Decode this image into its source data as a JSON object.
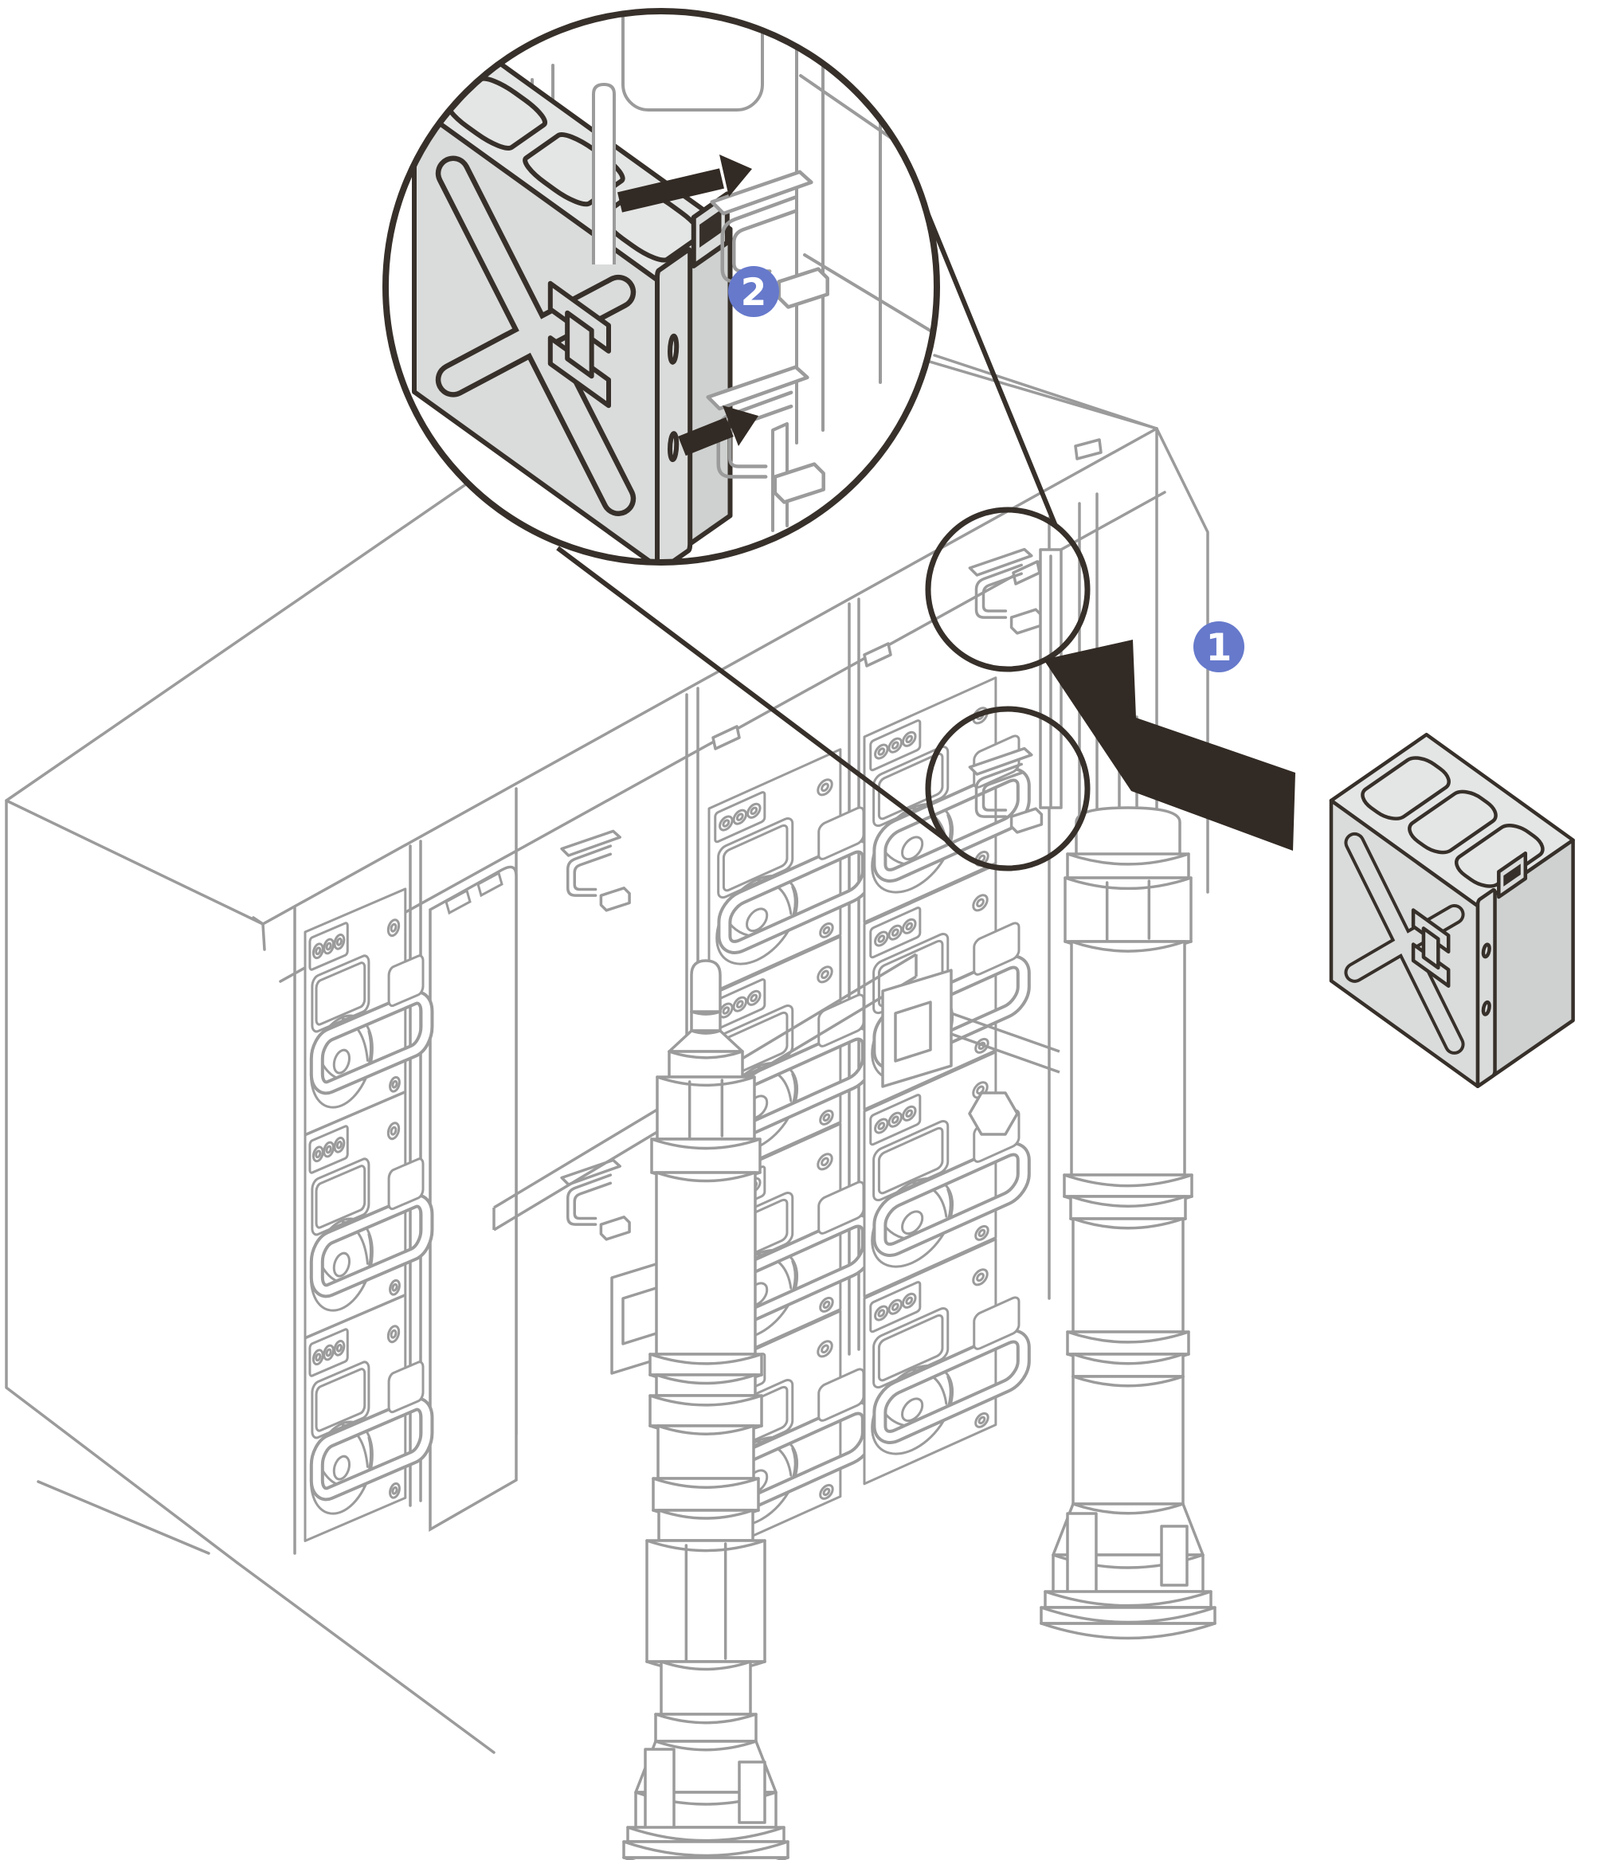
{
  "diagram": {
    "kind": "hardware-installation-illustration",
    "subject": "enclosure-filler-installation"
  },
  "steps": [
    {
      "label": "1"
    },
    {
      "label": "2"
    }
  ],
  "colors": {
    "background": "#ffffff",
    "line_gray": "#9b9b9b",
    "outline_dark": "#37302a",
    "arrow_black": "#322a24",
    "badge_blue": "#6679cb",
    "badge_number": "#ffffff",
    "filler_fill": "#dadcdb",
    "filler_top": "#e4e6e5",
    "filler_side": "#ced1d0"
  }
}
